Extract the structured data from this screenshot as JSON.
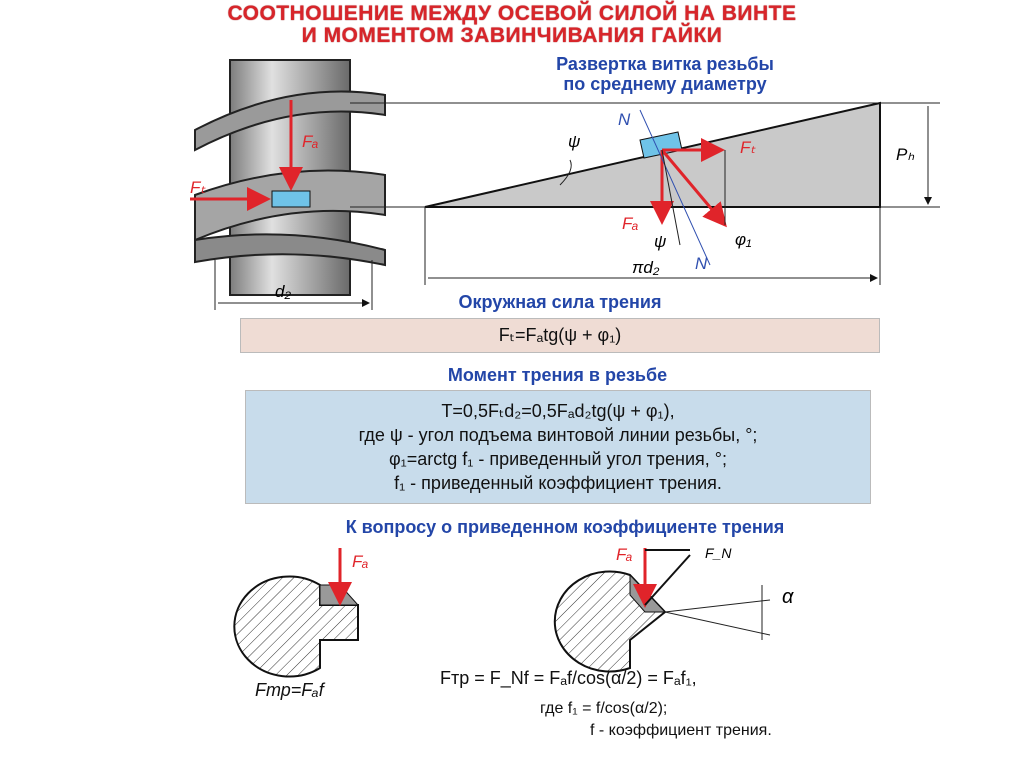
{
  "title": {
    "line1": "СООТНОШЕНИЕ МЕЖДУ ОСЕВОЙ СИЛОЙ НА ВИНТЕ",
    "line2": "И МОМЕНТОМ ЗАВИНЧИВАНИЯ ГАЙКИ"
  },
  "development": {
    "heading1": "Развертка витка резьбы",
    "heading2": "по среднему диаметру",
    "labels": {
      "Fa_screw": "Fₐ",
      "Ft_screw": "Fₜ",
      "d2": "d₂",
      "psi_top": "ψ",
      "N_top": "N",
      "Ft": "Fₜ",
      "Fa": "Fₐ",
      "psi_bottom": "ψ",
      "phi1": "φ₁",
      "N_bottom": "N",
      "Ph": "Pₕ",
      "pi_d2": "πd₂"
    }
  },
  "circumferential_force": {
    "heading": "Окружная сила трения",
    "formula": "Fₜ=Fₐtg(ψ + φ₁)"
  },
  "friction_moment": {
    "heading": "Момент трения в резьбе",
    "lines": [
      "T=0,5Fₜd₂=0,5Fₐd₂tg(ψ + φ₁),",
      "где ψ - угол подъема винтовой линии резьбы, °;",
      "φ₁=arctg f₁ - приведенный угол трения, °;",
      "f₁ - приведенный коэффициент трения."
    ]
  },
  "reduced_coefficient": {
    "heading": "К вопросу о приведенном коэффициенте трения",
    "left_label_Fa": "Fₐ",
    "right_label_Fa": "Fₐ",
    "right_label_FN": "F_N",
    "alpha": "α",
    "left_formula": "Fтр=Fₐf",
    "right_lines": [
      "Fтр = F_Nf = Fₐf/cos(α/2) = Fₐf₁,",
      "где f₁ = f/cos(α/2);",
      "f - коэффициент трения."
    ]
  },
  "colors": {
    "title_red": "#d8252a",
    "heading_blue": "#2346a8",
    "arrow_red": "#e0242a",
    "block_blue": "#6fc3e8",
    "pink_box": "#efdcd4",
    "blue_box": "#c8dceb",
    "gray_fill": "#c9c9c9"
  }
}
